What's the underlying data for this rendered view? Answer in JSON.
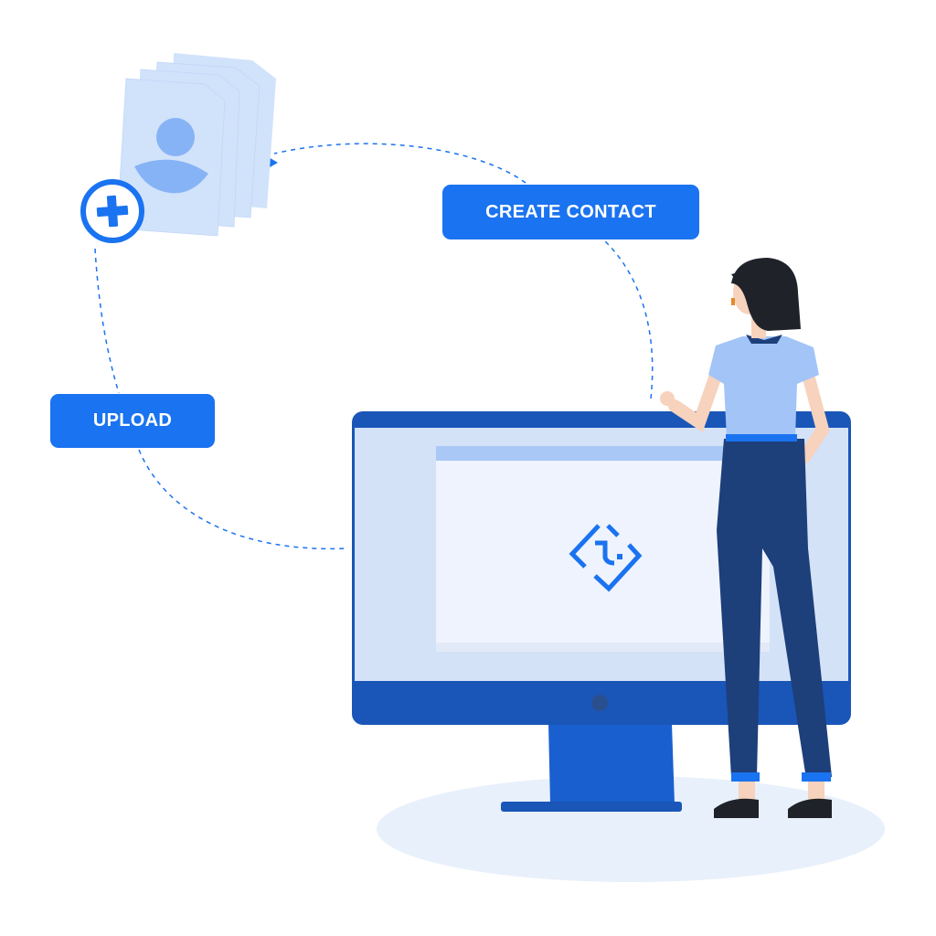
{
  "buttons": {
    "create_contact": "CREATE CONTACT",
    "upload": "UPLOAD"
  },
  "icons": [
    "contact-documents-icon",
    "add-plus-icon",
    "logo-icon",
    "monitor",
    "person"
  ],
  "colors": {
    "accent": "#1a73f0",
    "monitor_dark": "#1a56b8",
    "screen": "#d4e2f8",
    "document": "#d1e2fb",
    "avatar": "#86b3f5",
    "pants": "#1d3f7a",
    "shirt": "#a3c4f7",
    "floor": "#e8f0fb"
  }
}
